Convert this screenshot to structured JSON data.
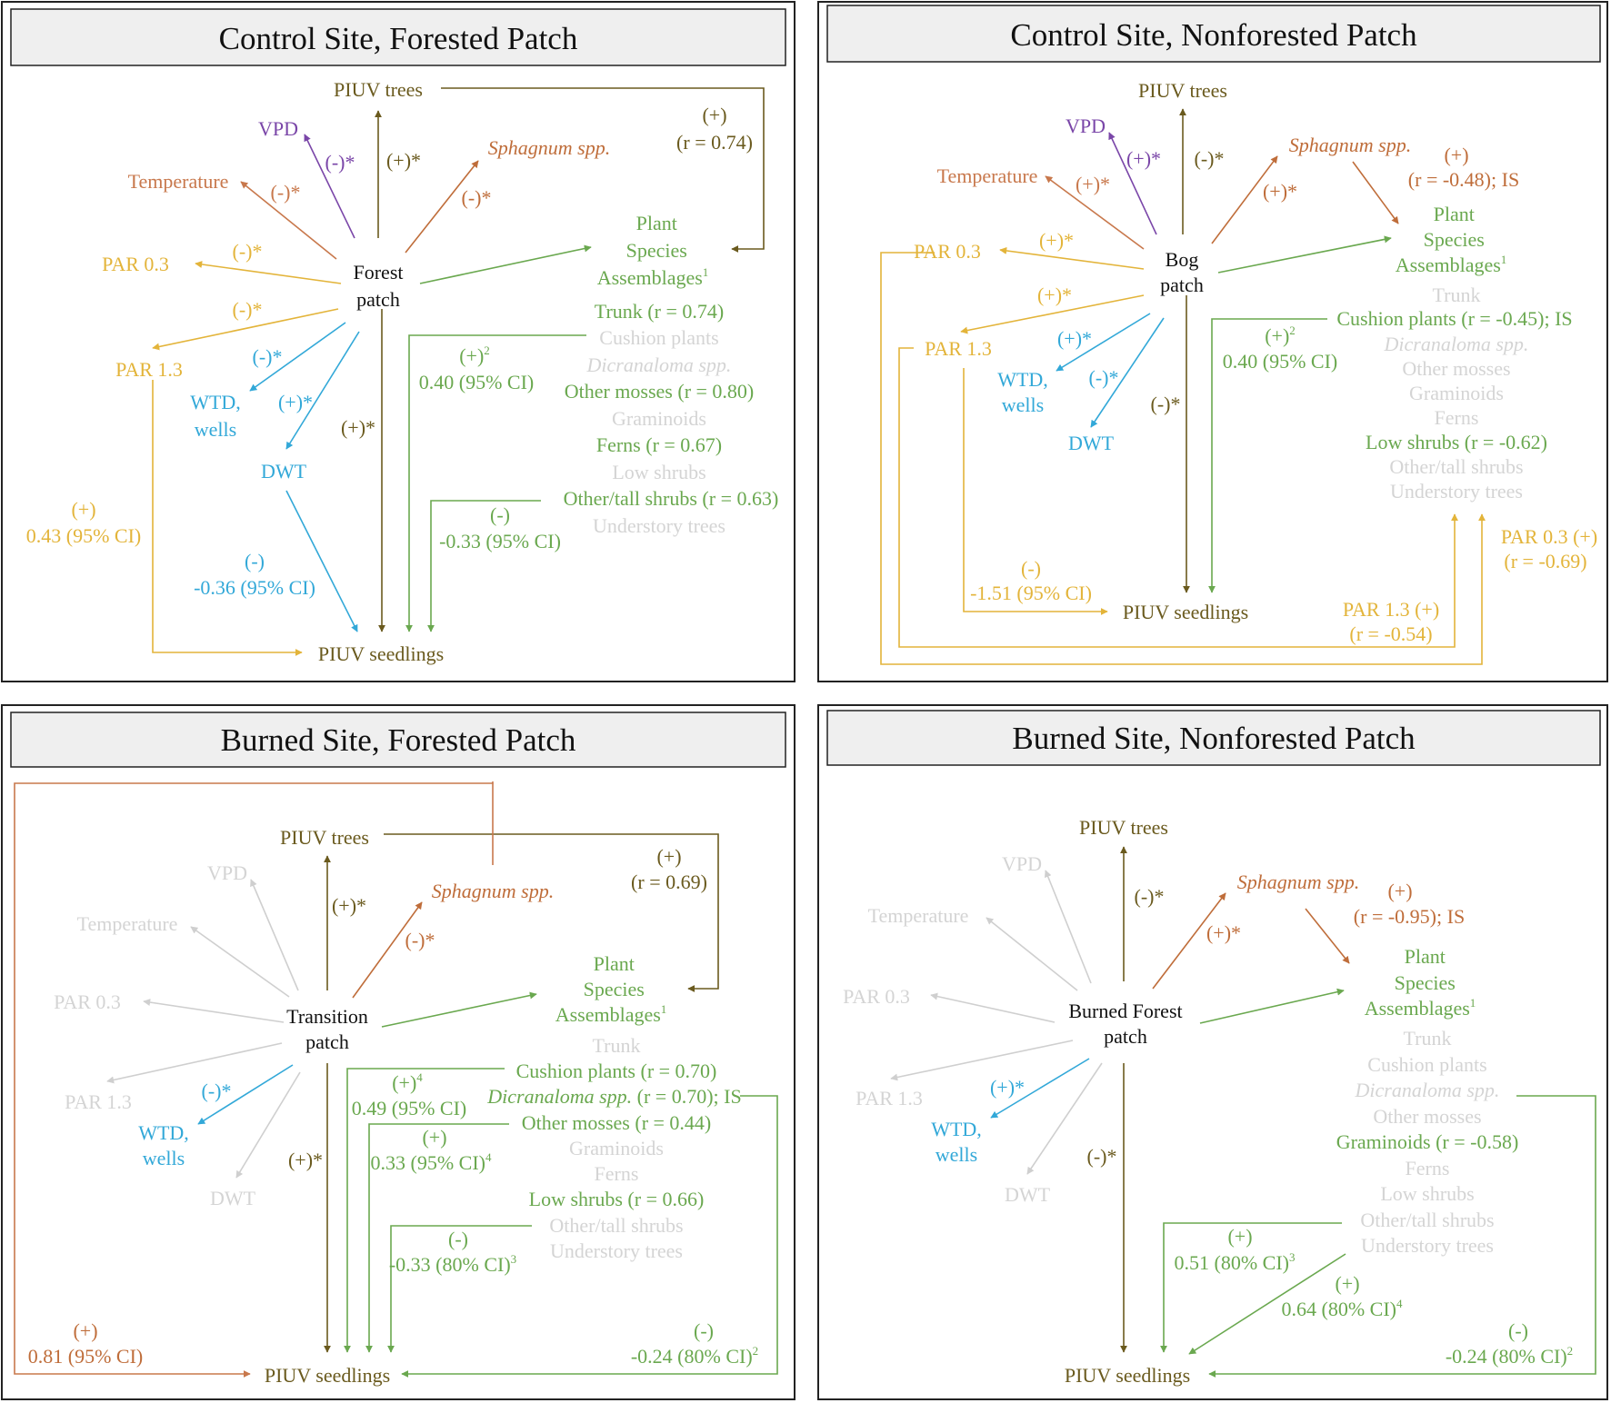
{
  "panels": {
    "p1": {
      "title": "Control Site, Forested Patch",
      "center": [
        "Forest",
        "patch"
      ],
      "piuv_trees": "PIUV trees",
      "piuv_seedlings": "PIUV seedlings",
      "vpd": "VPD",
      "temperature": "Temperature",
      "par03": "PAR 0.3",
      "par13": "PAR 1.3",
      "wtd": [
        "WTD,",
        "wells"
      ],
      "dwt": "DWT",
      "sphagnum": "Sphagnum spp.",
      "psa": [
        "Plant",
        "Species",
        "Assemblages"
      ],
      "psa_sup": "1",
      "psa_list": [
        "Trunk (r = 0.74)",
        "Cushion plants",
        "Dicranaloma spp.",
        "Other mosses (r = 0.80)",
        "Graminoids",
        "Ferns (r = 0.67)",
        "Low shrubs",
        "Other/tall shrubs (r = 0.63)",
        "Understory trees"
      ],
      "lab_vpd": "(-)*",
      "lab_trees": "(+)*",
      "lab_temp": "(-)*",
      "lab_sph": "(-)*",
      "lab_par03": "(-)*",
      "lab_par13": "(-)*",
      "lab_wtd": "(-)*",
      "lab_dwt": "(+)*",
      "lab_seed": "(+)*",
      "lab_feedback": [
        "(+)",
        "(r = 0.74)"
      ],
      "lab_par13_seed": [
        "(+)",
        "0.43 (95% CI)"
      ],
      "lab_dwt_seed": [
        "(-)",
        "-0.36 (95% CI)"
      ],
      "lab_cushion_seed": [
        "(+)",
        "0.40 (95% CI)"
      ],
      "lab_cushion_seed_sup": "2",
      "lab_shrub_seed": [
        "(-)",
        "-0.33 (95% CI)"
      ]
    },
    "p2": {
      "title": "Control Site, Nonforested Patch",
      "center": [
        "Bog",
        "patch"
      ],
      "piuv_trees": "PIUV trees",
      "piuv_seedlings": "PIUV seedlings",
      "vpd": "VPD",
      "temperature": "Temperature",
      "par03": "PAR 0.3",
      "par13": "PAR 1.3",
      "wtd": [
        "WTD,",
        "wells"
      ],
      "dwt": "DWT",
      "sphagnum": "Sphagnum spp.",
      "psa": [
        "Plant",
        "Species",
        "Assemblages"
      ],
      "psa_sup": "1",
      "psa_list": [
        "Trunk",
        "Cushion plants (r = -0.45); IS",
        "Dicranaloma spp.",
        "Other mosses",
        "Graminoids",
        "Ferns",
        "Low shrubs (r = -0.62)",
        "Other/tall shrubs",
        "Understory trees"
      ],
      "lab_vpd": "(+)*",
      "lab_trees": "(-)*",
      "lab_temp": "(+)*",
      "lab_sph": "(+)*",
      "lab_par03": "(+)*",
      "lab_par13": "(+)*",
      "lab_wtd": "(+)*",
      "lab_dwt": "(-)*",
      "lab_seed": "(-)*",
      "lab_sph_psa": [
        "(+)",
        "(r = -0.48); IS"
      ],
      "lab_cushion_seed": [
        "(+)",
        "0.40 (95% CI)"
      ],
      "lab_cushion_seed_sup": "2",
      "lab_par13_seed": [
        "(-)",
        "-1.51 (95% CI)"
      ],
      "lab_par03_us": [
        "PAR 0.3 (+)",
        "(r = -0.69)"
      ],
      "lab_par13_us": [
        "PAR 1.3 (+)",
        "(r = -0.54)"
      ]
    },
    "p3": {
      "title": "Burned Site, Forested Patch",
      "center": [
        "Transition",
        "patch"
      ],
      "piuv_trees": "PIUV trees",
      "piuv_seedlings": "PIUV seedlings",
      "vpd": "VPD",
      "temperature": "Temperature",
      "par03": "PAR 0.3",
      "par13": "PAR 1.3",
      "wtd": [
        "WTD,",
        "wells"
      ],
      "dwt": "DWT",
      "sphagnum": "Sphagnum spp.",
      "psa": [
        "Plant",
        "Species",
        "Assemblages"
      ],
      "psa_sup": "1",
      "psa_list": [
        "Trunk",
        "Cushion plants (r = 0.70)",
        "Dicranaloma spp. (r = 0.70); IS",
        "Other mosses (r = 0.44)",
        "Graminoids",
        "Ferns",
        "Low shrubs (r = 0.66)",
        "Other/tall shrubs",
        "Understory trees"
      ],
      "lab_trees": "(+)*",
      "lab_sph": "(-)*",
      "lab_wtd": "(-)*",
      "lab_seed": "(+)*",
      "lab_feedback": [
        "(+)",
        "(r = 0.69)"
      ],
      "lab_cushion_seed": [
        "(+)",
        "0.49 (95% CI)"
      ],
      "lab_cushion_seed_sup": "4",
      "lab_mosses_seed": [
        "(+)",
        "0.33 (95% CI)"
      ],
      "lab_mosses_seed_sup": "4",
      "lab_shrub_seed": [
        "(-)",
        "-0.33 (80% CI)"
      ],
      "lab_shrub_seed_sup": "3",
      "lab_sph_seed": [
        "(+)",
        "0.81 (95% CI)"
      ],
      "lab_dicr_seed": [
        "(-)",
        "-0.24 (80% CI)"
      ],
      "lab_dicr_seed_sup": "2"
    },
    "p4": {
      "title": "Burned Site, Nonforested Patch",
      "center": [
        "Burned Forest",
        "patch"
      ],
      "piuv_trees": "PIUV trees",
      "piuv_seedlings": "PIUV seedlings",
      "vpd": "VPD",
      "temperature": "Temperature",
      "par03": "PAR 0.3",
      "par13": "PAR 1.3",
      "wtd": [
        "WTD,",
        "wells"
      ],
      "dwt": "DWT",
      "sphagnum": "Sphagnum spp.",
      "psa": [
        "Plant",
        "Species",
        "Assemblages"
      ],
      "psa_sup": "1",
      "psa_list": [
        "Trunk",
        "Cushion plants",
        "Dicranaloma spp.",
        "Other mosses",
        "Graminoids (r = -0.58)",
        "Ferns",
        "Low shrubs",
        "Other/tall shrubs",
        "Understory trees"
      ],
      "lab_trees": "(-)*",
      "lab_sph": "(+)*",
      "lab_wtd": "(+)*",
      "lab_seed": "(-)*",
      "lab_sph_psa": [
        "(+)",
        "(r = -0.95); IS"
      ],
      "lab_shrub_seed": [
        "(+)",
        "0.51 (80% CI)"
      ],
      "lab_shrub_seed_sup": "3",
      "lab_ut_seed": [
        "(+)",
        "0.64 (80% CI)"
      ],
      "lab_ut_seed_sup": "4",
      "lab_dicr_seed": [
        "(-)",
        "-0.24 (80% CI)"
      ],
      "lab_dicr_seed_sup": "2"
    }
  },
  "colors": {
    "dark_olive": "#6a5a1e",
    "purple": "#7a46a8",
    "temperature_orange": "#c8784c",
    "sphagnum_orange": "#bf6d3a",
    "yellow": "#e3b43a",
    "blue": "#32a8d8",
    "green": "#6aa84f",
    "inactive_gray": "#d4d4d4",
    "title_bar": "#efefef"
  }
}
